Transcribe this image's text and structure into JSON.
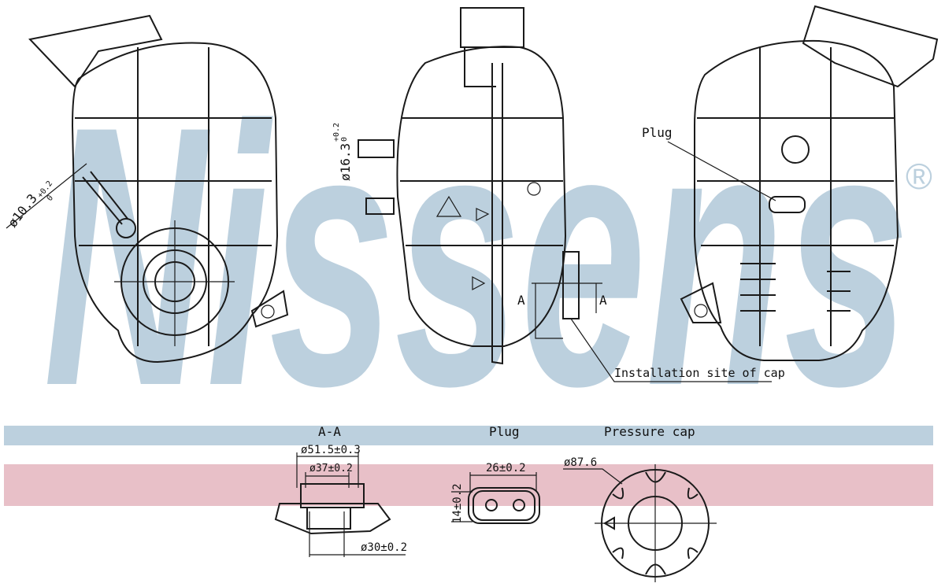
{
  "watermark": {
    "brand": "Nissens",
    "registered_mark": "®",
    "color": "#bcd0de"
  },
  "bands": {
    "blue": "#bcd0de",
    "pink": "#e8c0c8"
  },
  "views": {
    "left": {
      "dimension": "ø10.3",
      "tolerance_upper": "+0.2",
      "tolerance_lower": "0"
    },
    "middle": {
      "dimension": "ø16.3",
      "tolerance_upper": "+0.2",
      "tolerance_lower": "0",
      "section_mark_left": "A",
      "section_mark_right": "A",
      "cap_note": "Installation site of cap"
    },
    "right": {
      "plug_label": "Plug"
    }
  },
  "details": {
    "section": {
      "title": "A-A",
      "dim_outer": "ø51.5±0.3",
      "dim_mid": "ø37±0.2",
      "dim_inner": "ø30±0.2"
    },
    "plug": {
      "title": "Plug",
      "width": "26±0.2",
      "height": "14±0.2"
    },
    "cap": {
      "title": "Pressure cap",
      "diameter": "ø87.6"
    }
  }
}
